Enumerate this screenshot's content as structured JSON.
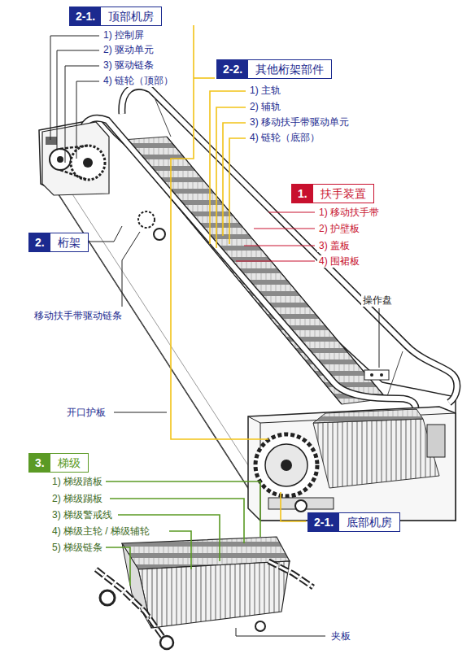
{
  "diagram": {
    "nodes": [
      {
        "text": [
          "2-1.",
          "顶部机房"
        ]
      },
      {
        "text": [
          "2-2.",
          "其他桁架部件"
        ]
      },
      {
        "text": [
          "1.",
          "扶手装置"
        ]
      },
      {
        "text": [
          "2.",
          "桁架"
        ]
      },
      {
        "text": [
          "3.",
          "梯级"
        ]
      },
      {
        "text": [
          "2-1.",
          "底部机房"
        ]
      }
    ],
    "labels": [
      "1) 控制屏",
      "2) 驱动单元",
      "3) 驱动链条",
      "4) 链轮（顶部）",
      "1) 主轨",
      "2) 辅轨",
      "3) 移动扶手带驱动单元",
      "4) 链轮（底部）",
      "1) 移动扶手带",
      "2) 护壁板",
      "3) 盖板",
      "4) 围裙板",
      "移动扶手带驱动链条",
      "操作盘",
      "开口护板",
      "1) 梯级踏板",
      "2) 梯级踢板",
      "3) 梯级警戒线",
      "4) 梯级主轮 / 梯级辅轮",
      "5) 梯级链条",
      "夹板"
    ]
  }
}
